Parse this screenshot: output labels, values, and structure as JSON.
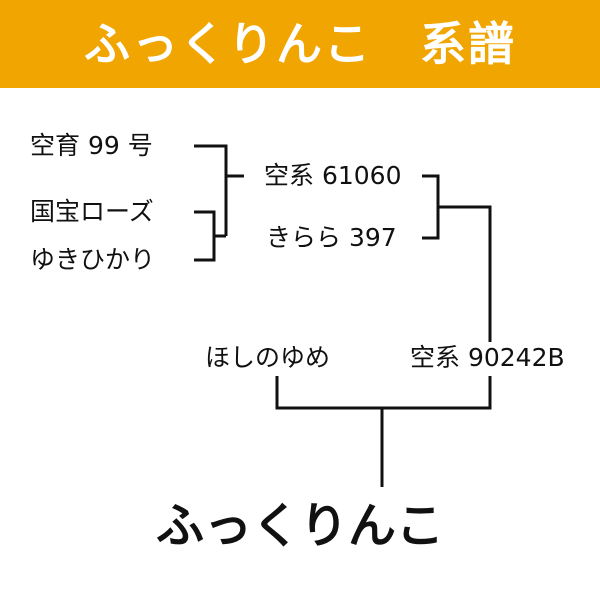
{
  "title": "ふっくりんこ　系譜",
  "pedigree": {
    "grandparent_1": "空育 99 号",
    "grandparent_2a": "国宝ローズ",
    "grandparent_2b": "ゆきひかり",
    "parent_a": "空系 61060",
    "parent_b": "きらら 397",
    "mother": "ほしのゆめ",
    "father": "空系 90242B",
    "offspring": "ふっくりんこ"
  }
}
